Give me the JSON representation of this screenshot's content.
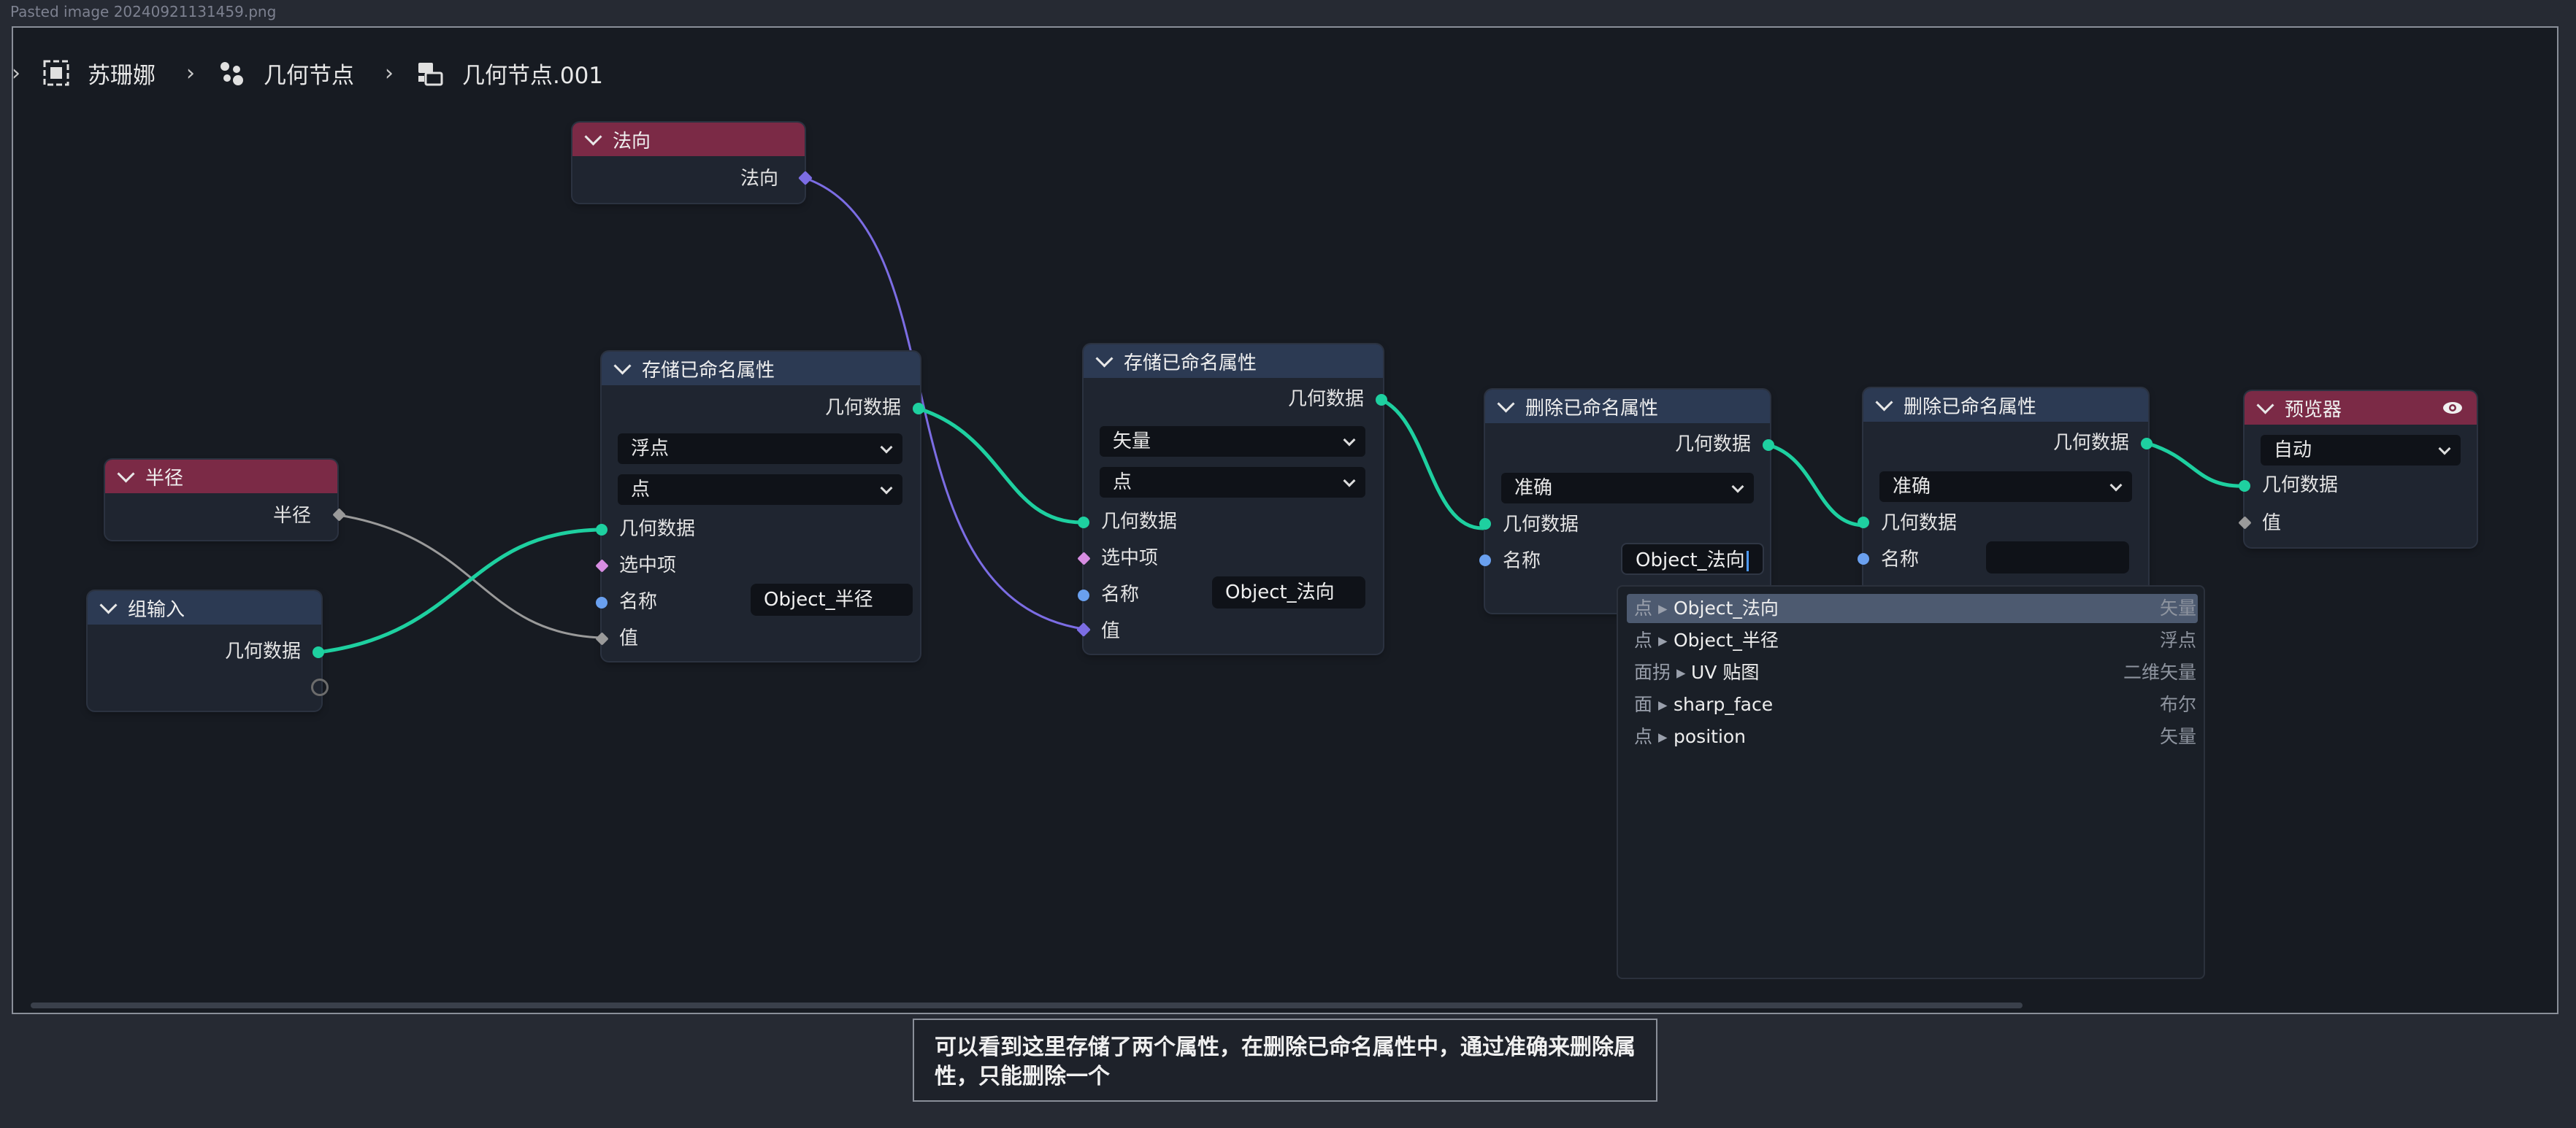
{
  "filename": "Pasted image 20240921131459.png",
  "breadcrumb": [
    "苏珊娜",
    "几何节点",
    "几何节点.001"
  ],
  "nodes": {
    "normal": {
      "title": "法向",
      "output": "法向"
    },
    "radius": {
      "title": "半径",
      "output": "半径"
    },
    "group_input": {
      "title": "组输入",
      "output": "几何数据"
    },
    "store1": {
      "title": "存储已命名属性",
      "output": "几何数据",
      "type": "浮点",
      "domain": "点",
      "in_geometry": "几何数据",
      "in_selection": "选中项",
      "in_name": "名称",
      "name_value": "Object_半径",
      "in_value": "值"
    },
    "store2": {
      "title": "存储已命名属性",
      "output": "几何数据",
      "type": "矢量",
      "domain": "点",
      "in_geometry": "几何数据",
      "in_selection": "选中项",
      "in_name": "名称",
      "name_value": "Object_法向",
      "in_value": "值"
    },
    "remove1": {
      "title": "删除已命名属性",
      "output": "几何数据",
      "mode": "准确",
      "in_geometry": "几何数据",
      "in_name": "名称",
      "name_value": "Object_法向"
    },
    "remove2": {
      "title": "删除已命名属性",
      "output": "几何数据",
      "mode": "准确",
      "in_geometry": "几何数据",
      "in_name": "名称",
      "name_value": ""
    },
    "viewer": {
      "title": "预览器",
      "mode": "自动",
      "in_geometry": "几何数据",
      "in_value": "值"
    }
  },
  "popup": [
    {
      "domain": "点",
      "name": "Object_法向",
      "type": "矢量",
      "selected": true
    },
    {
      "domain": "点",
      "name": "Object_半径",
      "type": "浮点",
      "selected": false
    },
    {
      "domain": "面拐",
      "name": "UV 贴图",
      "type": "二维矢量",
      "selected": false
    },
    {
      "domain": "面",
      "name": "sharp_face",
      "type": "布尔",
      "selected": false
    },
    {
      "domain": "点",
      "name": "position",
      "type": "矢量",
      "selected": false
    }
  ],
  "caption": "可以看到这里存储了两个属性，在删除已命名属性中，通过准确来删除属性，只能删除一个",
  "colors": {
    "geometry_socket": "#1ed0a0",
    "string_socket": "#6aa0ef",
    "vector_socket": "#7c6de4",
    "float_socket": "#9a9a9a",
    "input_header": "#7b2a46",
    "node_header": "#2c3a53"
  }
}
